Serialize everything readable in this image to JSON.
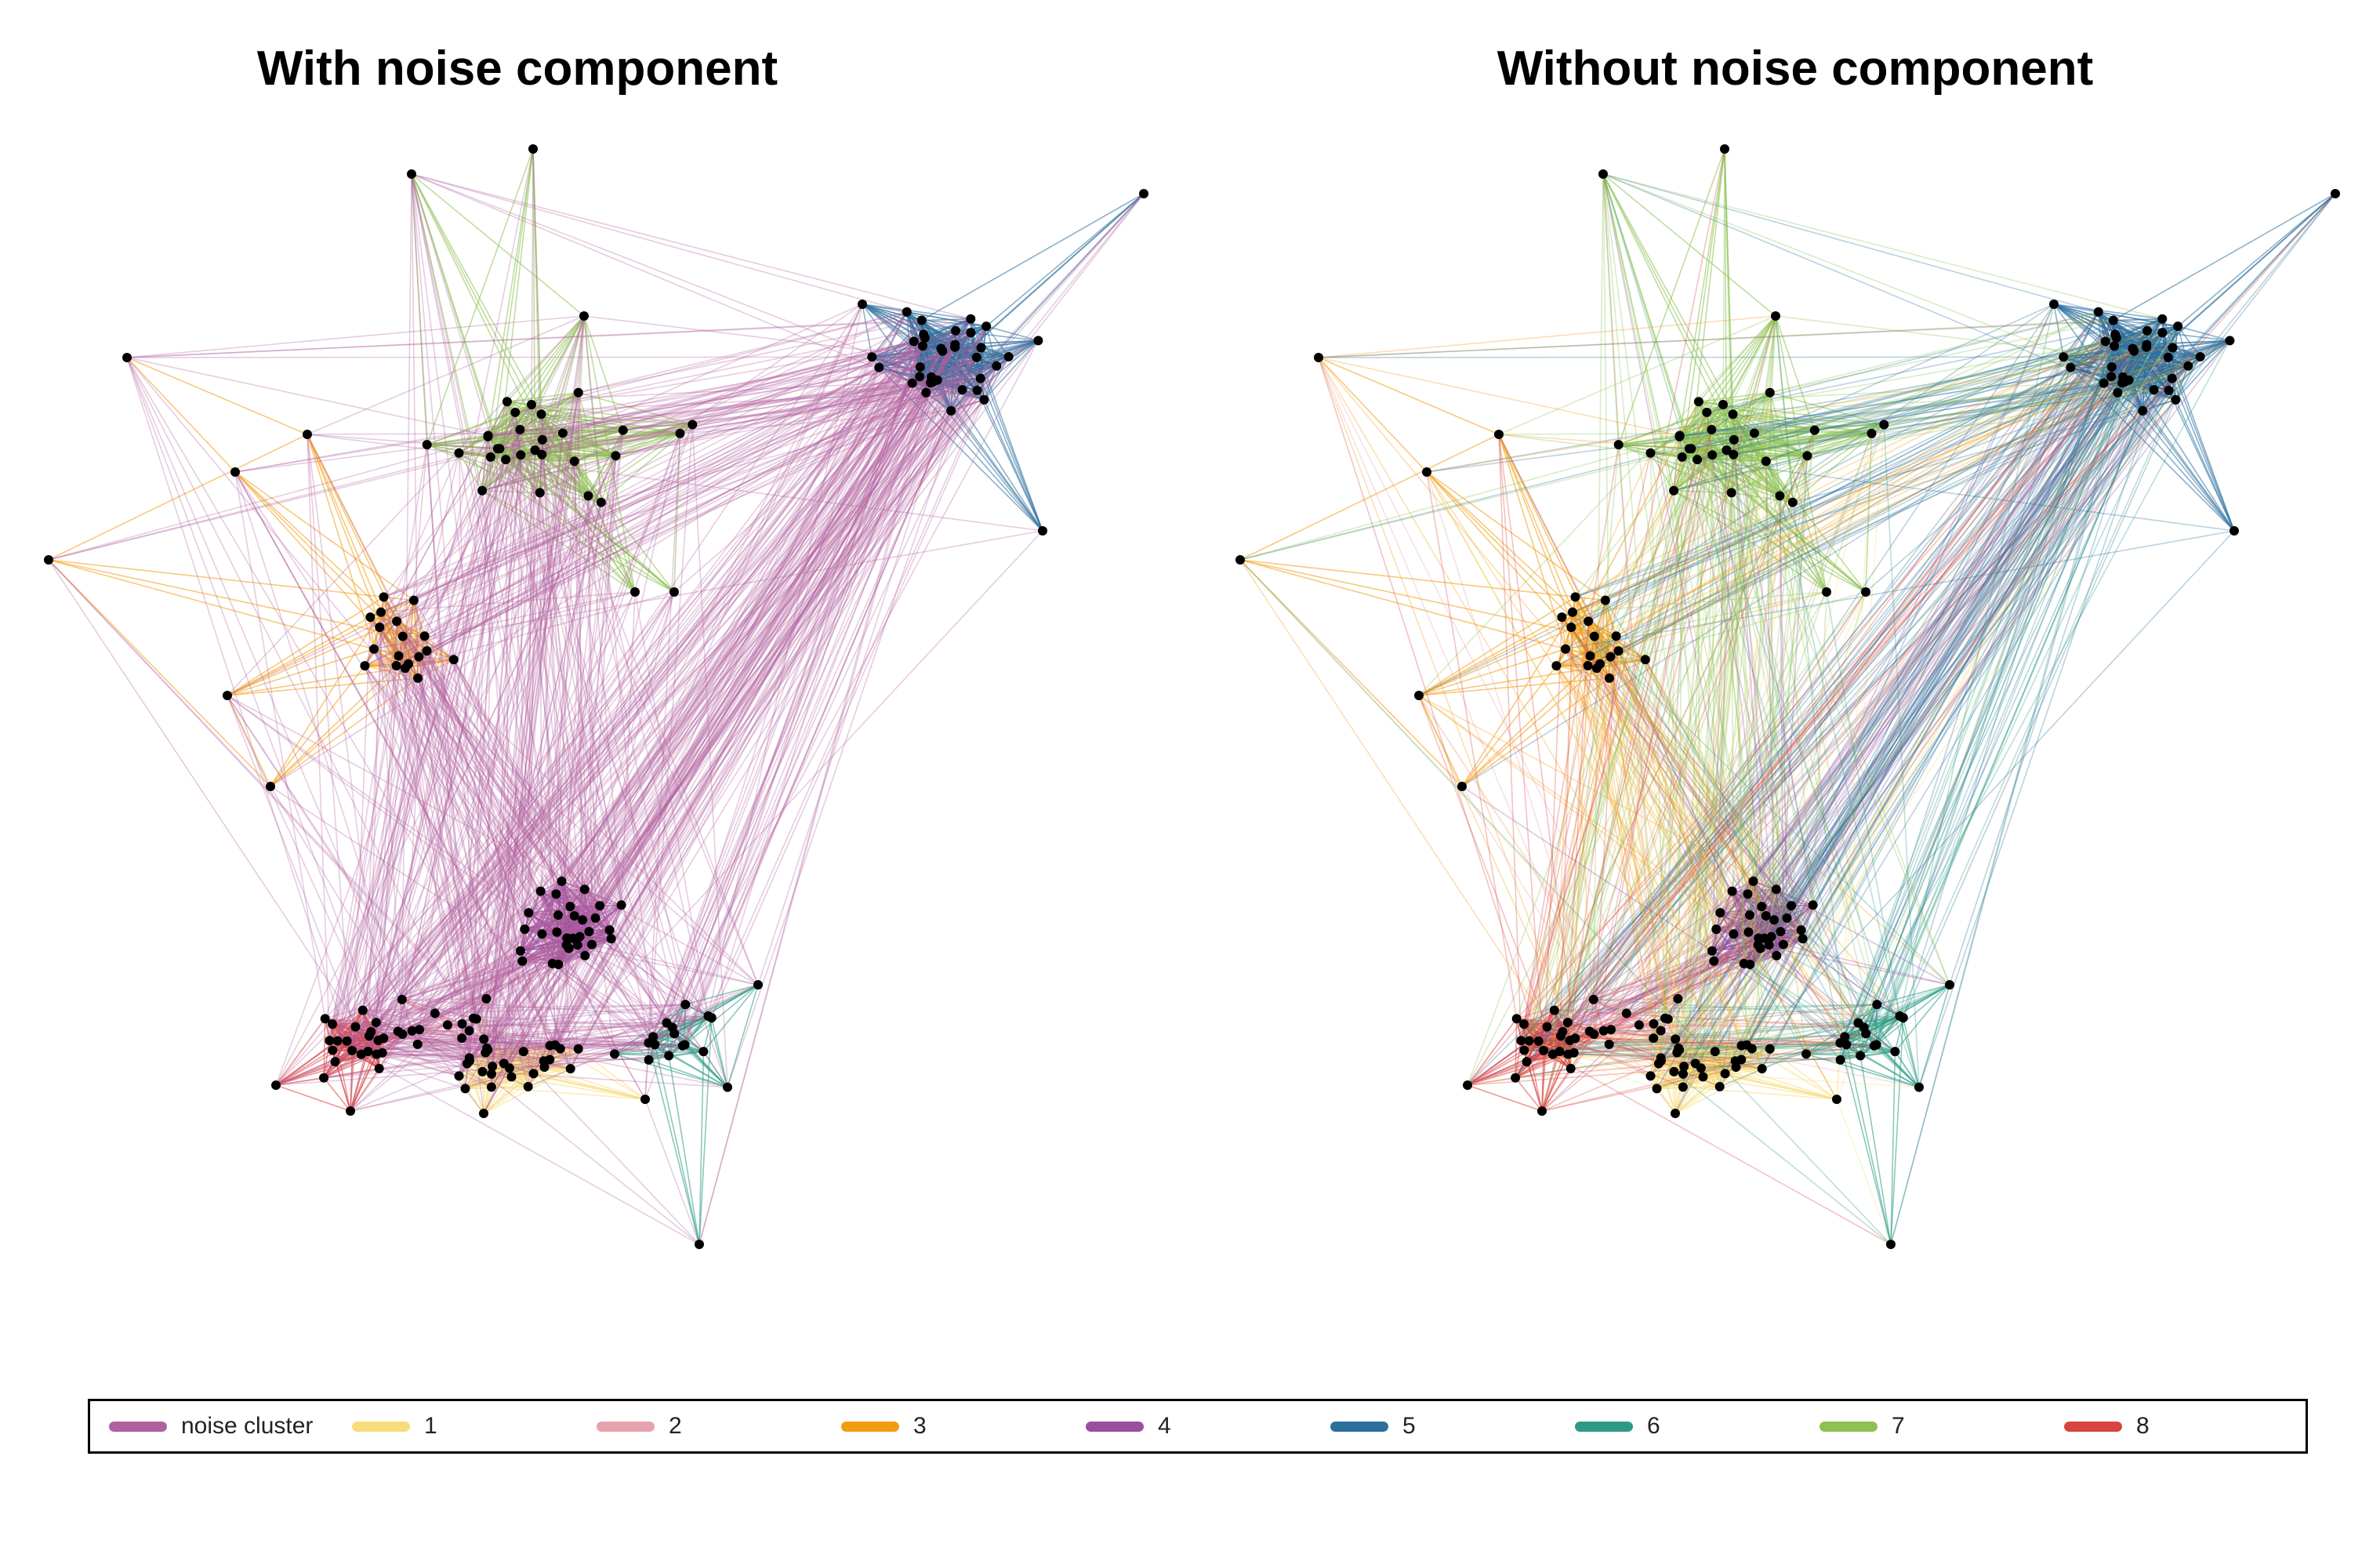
{
  "panels": [
    {
      "title": "With noise component",
      "noise_mode": true
    },
    {
      "title": "Without noise component",
      "noise_mode": false
    }
  ],
  "legend": [
    {
      "label": "noise cluster",
      "color": "#b0609e"
    },
    {
      "label": "1",
      "color": "#f7dc7c"
    },
    {
      "label": "2",
      "color": "#e6a3ad"
    },
    {
      "label": "3",
      "color": "#f39c12"
    },
    {
      "label": "4",
      "color": "#9b4f9e"
    },
    {
      "label": "5",
      "color": "#2d6f9c"
    },
    {
      "label": "6",
      "color": "#2e9a84"
    },
    {
      "label": "7",
      "color": "#8dc152"
    },
    {
      "label": "8",
      "color": "#d9443f"
    }
  ],
  "chart_data": {
    "type": "network",
    "node_color": "#000000",
    "clusters": [
      "noise cluster",
      "1",
      "2",
      "3",
      "4",
      "5",
      "6",
      "7",
      "8"
    ]
  }
}
